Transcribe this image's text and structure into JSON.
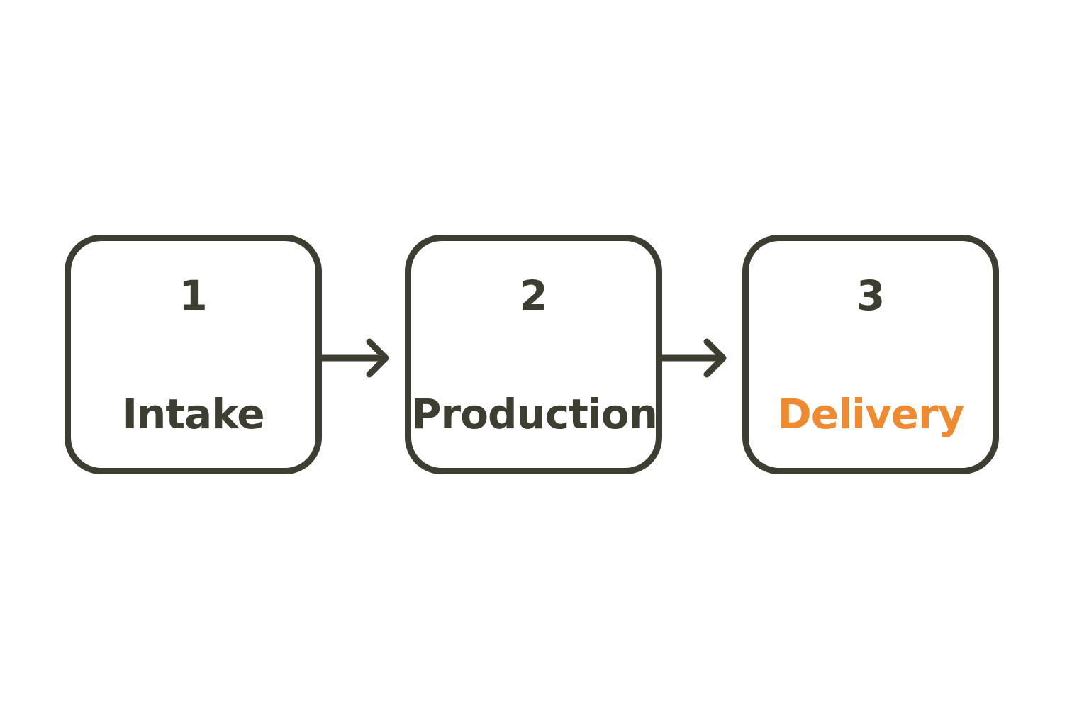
{
  "steps": [
    {
      "number": "1",
      "label": "Intake"
    },
    {
      "number": "2",
      "label": "Production"
    },
    {
      "number": "3",
      "label": "Delivery"
    }
  ],
  "colors": {
    "stroke": "#3d3d32",
    "text": "#3d3d32",
    "highlight": "#f08a30",
    "background": "#ffffff"
  },
  "icons": [
    "arrow-right-icon",
    "arrow-right-icon"
  ]
}
